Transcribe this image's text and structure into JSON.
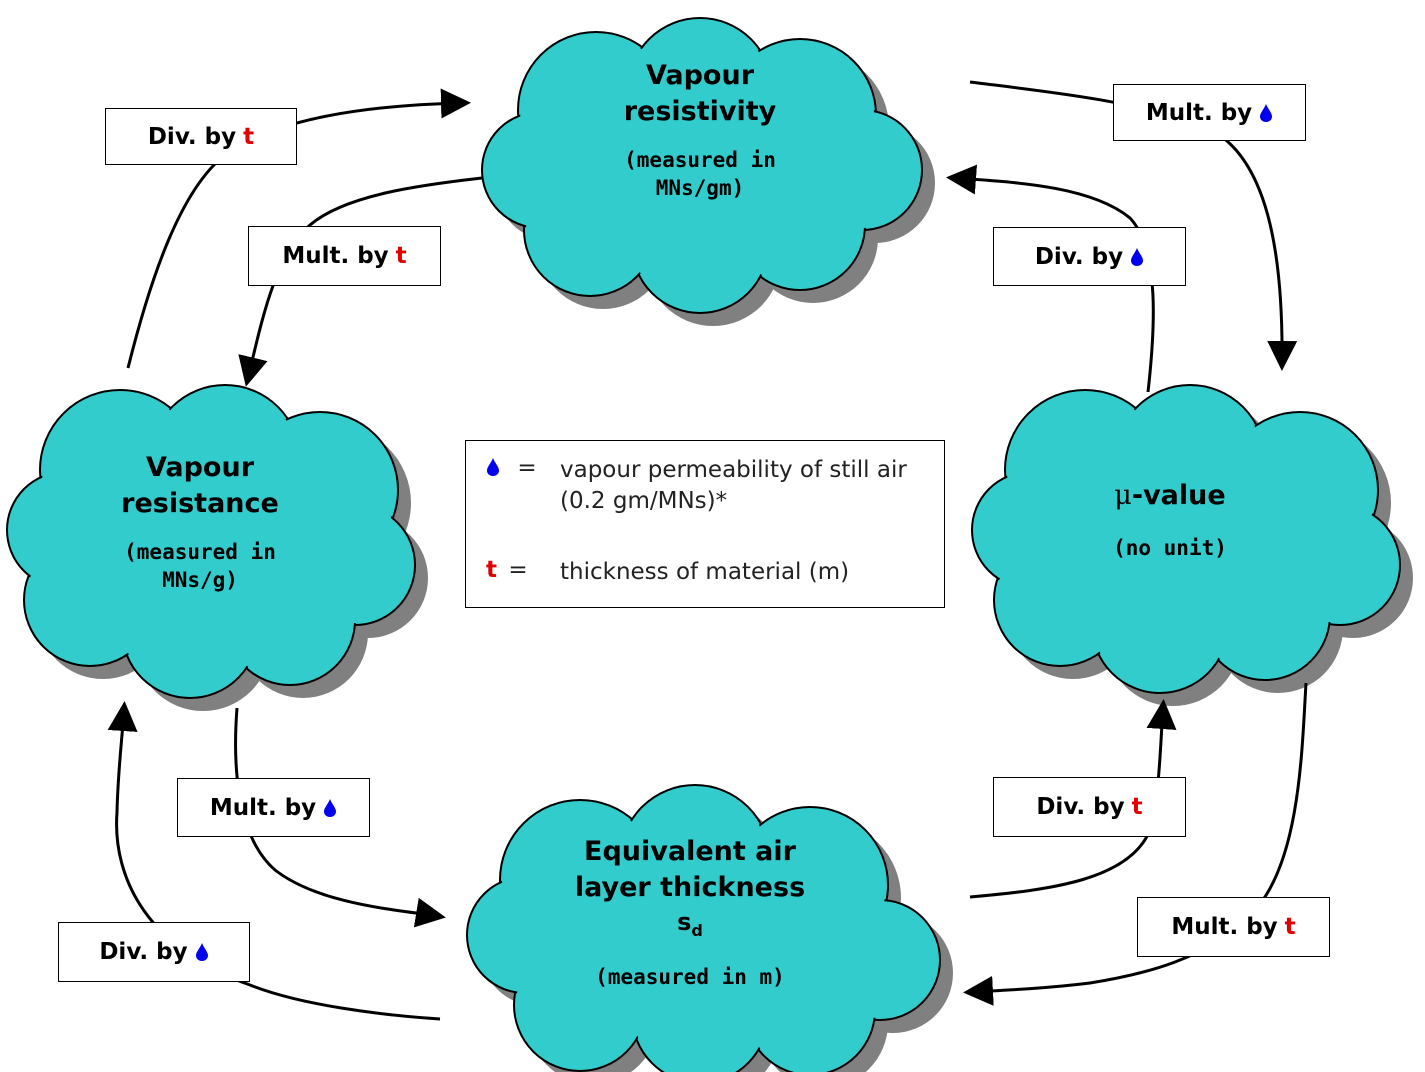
{
  "nodes": {
    "vapour_resistivity": {
      "title_line1": "Vapour",
      "title_line2": "resistivity",
      "unit_line1": "(measured in",
      "unit_line2": "MNs/gm)"
    },
    "vapour_resistance": {
      "title_line1": "Vapour",
      "title_line2": "resistance",
      "unit_line1": "(measured in",
      "unit_line2": "MNs/g)"
    },
    "mu_value": {
      "mu_symbol": "μ",
      "title": "-value",
      "unit": "(no unit)"
    },
    "equivalent_air_layer": {
      "title_line1": "Equivalent air",
      "title_line2": "layer thickness",
      "symbol": "s",
      "symbol_sub": "d",
      "unit": "(measured in m)"
    }
  },
  "operations": {
    "resistance_to_resistivity": {
      "text": "Div. by",
      "symbol": "t"
    },
    "resistivity_to_resistance": {
      "text": "Mult. by",
      "symbol": "t"
    },
    "resistivity_to_mu": {
      "text": "Mult. by",
      "symbol": "drop"
    },
    "mu_to_resistivity": {
      "text": "Div. by",
      "symbol": "drop"
    },
    "resistance_to_sd": {
      "text": "Mult. by",
      "symbol": "drop"
    },
    "sd_to_resistance": {
      "text": "Div. by",
      "symbol": "drop"
    },
    "sd_to_mu": {
      "text": "Div. by",
      "symbol": "t"
    },
    "mu_to_sd": {
      "text": "Mult. by",
      "symbol": "t"
    }
  },
  "legend": {
    "drop_equals": "=",
    "drop_desc": "vapour permeability of still air (0.2 gm/MNs)*",
    "t_symbol": "t",
    "t_equals": "=",
    "t_desc": "thickness of material (m)"
  },
  "colors": {
    "cloud_fill": "#33CCCC",
    "cloud_shadow": "#808080",
    "t_symbol": "#E00000",
    "drop_icon": "#0000EE"
  }
}
